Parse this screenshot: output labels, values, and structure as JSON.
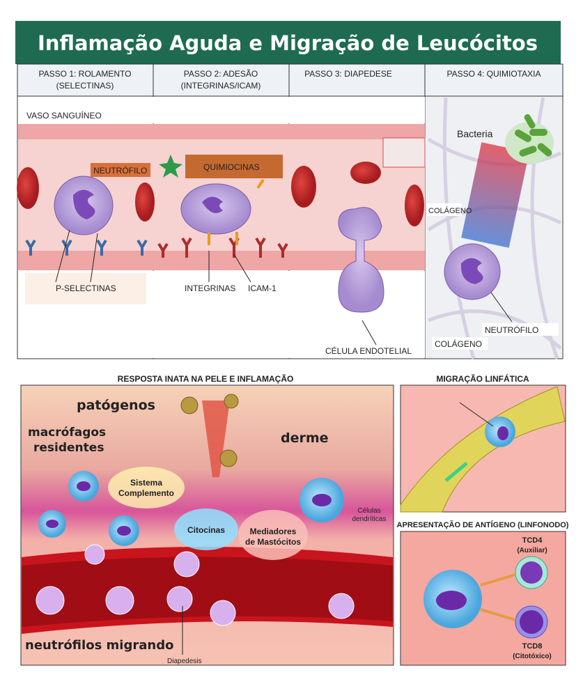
{
  "title": "Inflamação Aguda e Migração de Leucócitos",
  "steps": [
    {
      "line1": "PASSO 1: ROLAMENTO",
      "line2": "(SELECTINAS)"
    },
    {
      "line1": "PASSO 2: ADESÃO",
      "line2": "(INTEGRINAS/ICAM)"
    },
    {
      "line1": "PASSO 3: DIAPEDESE",
      "line2": ""
    },
    {
      "line1": "PASSO 4: QUIMIOTAXIA",
      "line2": ""
    }
  ],
  "top_labels": {
    "vessel": "VASO SANGUÍNEO",
    "neutrophil1": "NEUTRÓFILO",
    "p_selectins": "P-SELECTINAS",
    "chemokines": "QUIMIOCINAS",
    "integrins": "INTEGRINAS",
    "icam": "ICAM-1",
    "endothelial": "CÉLULA ENDOTELIAL",
    "bacteria": "Bacteria",
    "collagen1": "COLÁGENO",
    "neutrophil2": "NEUTRÓFILO",
    "collagen2": "COLÁGENO"
  },
  "bottom": {
    "main_title": "RESPOSTA INATA NA PELE E INFLAMAÇÃO",
    "pathogens": "patógenos",
    "macrophages_1": "macrófagos",
    "macrophages_2": "residentes",
    "dermis": "derme",
    "complement_1": "Sistema",
    "complement_2": "Complemento",
    "cytokines": "Citocinas",
    "mast_1": "Mediadores",
    "mast_2": "de Mastócitos",
    "dendritic_1": "Células",
    "dendritic_2": "dendríticas",
    "migrating": "neutrófilos migrando",
    "diapedesis": "Diapedesis",
    "lymph_title": "MIGRAÇÃO LINFÁTICA",
    "antigen_title": "APRESENTAÇÃO DE ANTÍGENO (LINFONODO)",
    "tcd4": "TCD4",
    "tcd4_sub": "(Auxiliar)",
    "tcd8": "TCD8",
    "tcd8_sub": "(Citotóxico)"
  },
  "colors": {
    "title_bg": "#1e6b52",
    "vessel": "#f2c4c4",
    "cell": "#b49ad6",
    "rbc": "#c8282a"
  }
}
